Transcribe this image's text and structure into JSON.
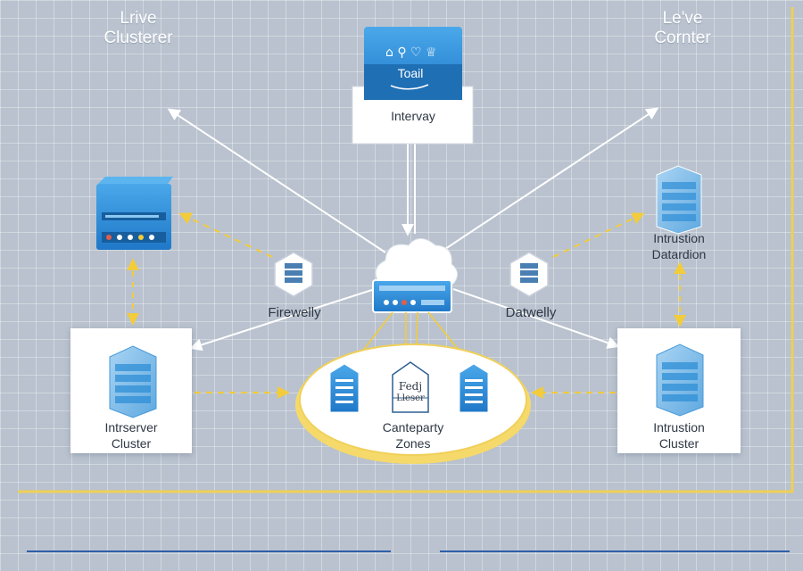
{
  "corners": {
    "top_left": [
      "Lrive",
      "Clusterer"
    ],
    "top_right": [
      "Le've",
      "Cornter"
    ]
  },
  "gateway": {
    "screen_text": "Toail",
    "label": "Intervay"
  },
  "labels": {
    "firewall": "Firewelly",
    "dataway": "Datwelly",
    "intrusion_detection": [
      "Intrustion",
      "Datardion"
    ],
    "left_cluster": [
      "Intrserver",
      "Cluster"
    ],
    "right_cluster": [
      "Intrustion",
      "Cluster"
    ],
    "zone_box": [
      "Fedj",
      "Lleser"
    ],
    "zones": [
      "Canteparty",
      "Zones"
    ]
  },
  "colors": {
    "background": "#b9c2ce",
    "blue": "#2f8fd6",
    "dark_blue": "#1f6fb5",
    "yellow_line": "#f0cf55",
    "dashed": "#f2cc3a",
    "arrow": "#ffffff",
    "bottom_line": "#2f5fa8"
  }
}
